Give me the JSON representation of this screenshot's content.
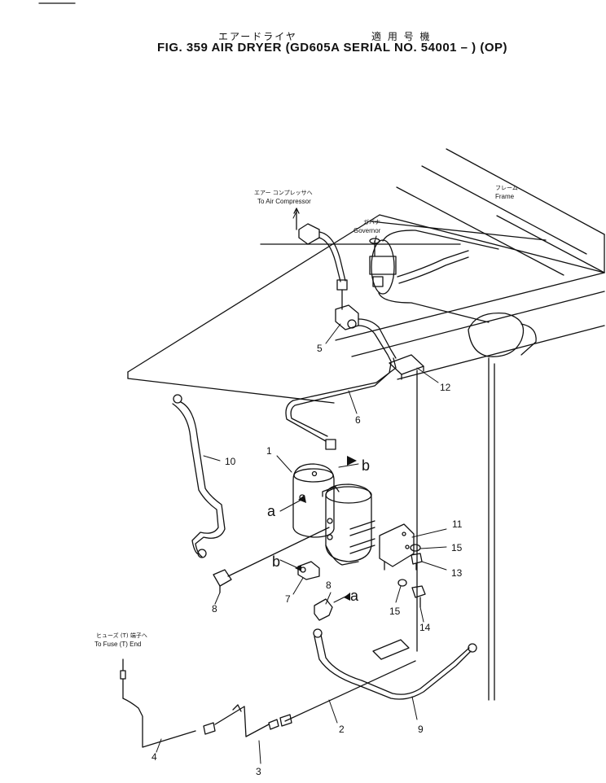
{
  "header": {
    "jp_title": "エアードライヤ",
    "jp_applicability": "適 用 号 機",
    "title": "FIG. 359  AIR DRYER (GD605A SERIAL NO. 54001 – ) (OP)"
  },
  "labels": {
    "to_air_compressor_jp": "エアー コンプレッサへ",
    "to_air_compressor": "To Air Compressor",
    "governor_jp": "ガバナ",
    "governor": "Governor",
    "frame_jp": "フレーム",
    "frame": "Frame",
    "to_fuse_jp": "ヒューズ (T) 端子へ",
    "to_fuse": "To Fuse (T) End"
  },
  "callouts": {
    "p1": "1",
    "p2": "2",
    "p3": "3",
    "p4": "4",
    "p5": "5",
    "p6": "6",
    "p7": "7",
    "p8a": "8",
    "p8b": "8",
    "p9": "9",
    "p10": "10",
    "p11": "11",
    "p12": "12",
    "p13": "13",
    "p14": "14",
    "p15a": "15",
    "p15b": "15",
    "ref_a1": "a",
    "ref_a2": "a",
    "ref_b1": "b",
    "ref_b2": "b"
  }
}
